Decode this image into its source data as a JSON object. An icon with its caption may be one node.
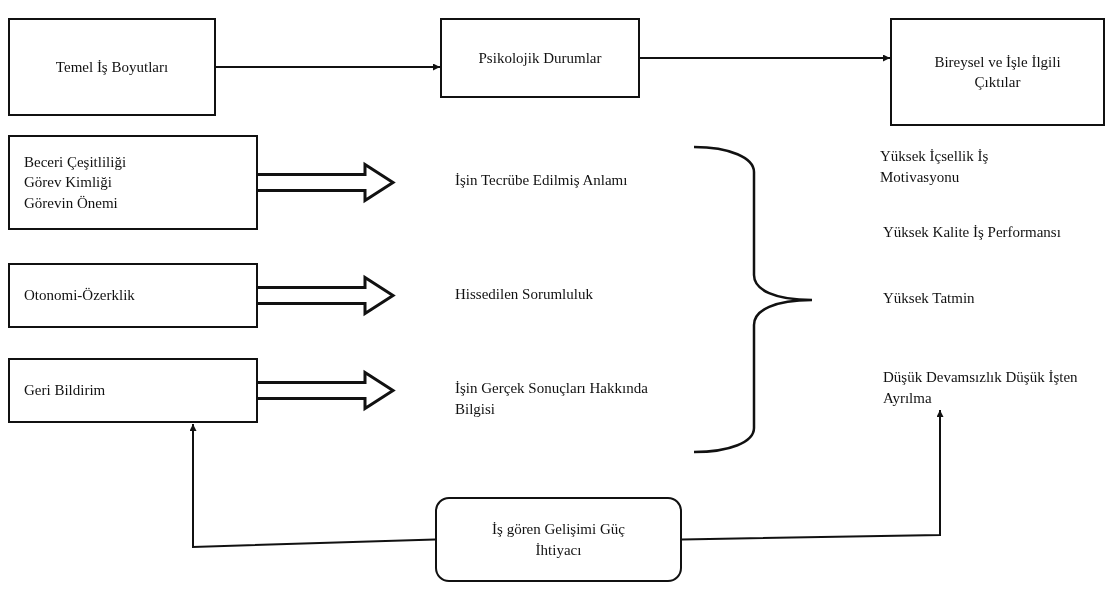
{
  "diagram": {
    "nodes": [
      {
        "text": [
          "Temel İş Boyutları"
        ]
      },
      {
        "text": [
          "Psikolojik Durumlar"
        ]
      },
      {
        "text": [
          "Bireysel ve İşle İlgili Çıktılar"
        ]
      },
      {
        "text": [
          "Beceri Çeşitliliği",
          "Görev Kimliği",
          "Görevin Önemi"
        ]
      },
      {
        "text": [
          "Otonomi-Özerklik"
        ]
      },
      {
        "text": [
          "Geri Bildirim"
        ]
      },
      {
        "text": [
          "İşin Tecrübe Edilmiş Anlamı"
        ]
      },
      {
        "text": [
          "Hissedilen Sorumluluk"
        ]
      },
      {
        "text": [
          "İşin Gerçek Sonuçları Hakkında Bilgisi"
        ]
      },
      {
        "text": [
          "Yüksek İçsellik İş Motivasyonu"
        ]
      },
      {
        "text": [
          "Yüksek Kalite İş Performansı"
        ]
      },
      {
        "text": [
          "Yüksek Tatmin"
        ]
      },
      {
        "text": [
          "Düşük Devamsızlık Düşük İşten Ayrılma"
        ]
      },
      {
        "text": [
          "İş gören Gelişimi Güç İhtiyacı"
        ]
      }
    ],
    "edges": [
      {
        "from": 0,
        "to": 1,
        "arrow": "to"
      },
      {
        "from": 1,
        "to": 2,
        "arrow": "to"
      },
      {
        "from": 3,
        "to": 6,
        "arrow": "to",
        "style": "thick"
      },
      {
        "from": 4,
        "to": 7,
        "arrow": "to",
        "style": "thick"
      },
      {
        "from": 5,
        "to": 8,
        "arrow": "to",
        "style": "thick"
      },
      {
        "from": 13,
        "to": 5,
        "arrow": "to"
      },
      {
        "from": 13,
        "to": 12,
        "arrow": "to"
      }
    ]
  }
}
